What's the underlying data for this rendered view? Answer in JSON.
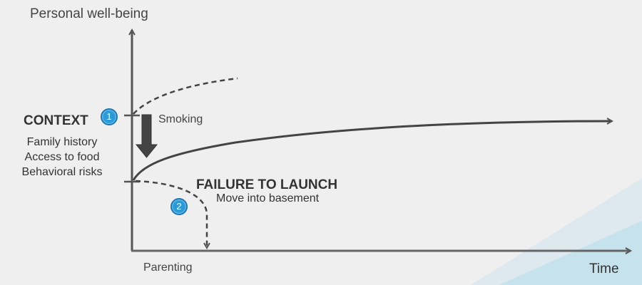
{
  "y_axis_label": "Personal well-being",
  "x_axis_label": "Time",
  "x_axis_marker": "Parenting",
  "context": {
    "title": "CONTEXT",
    "items": [
      "Family history",
      "Access to food",
      "Behavioral risks"
    ],
    "badge": "1"
  },
  "event_label": "Smoking",
  "failure": {
    "title": "FAILURE TO LAUNCH",
    "subtitle": "Move into basement",
    "badge": "2"
  },
  "colors": {
    "line": "#444444",
    "badge": "#2a9ad8",
    "background": "#efefef",
    "accent": "#bfe0ec"
  }
}
